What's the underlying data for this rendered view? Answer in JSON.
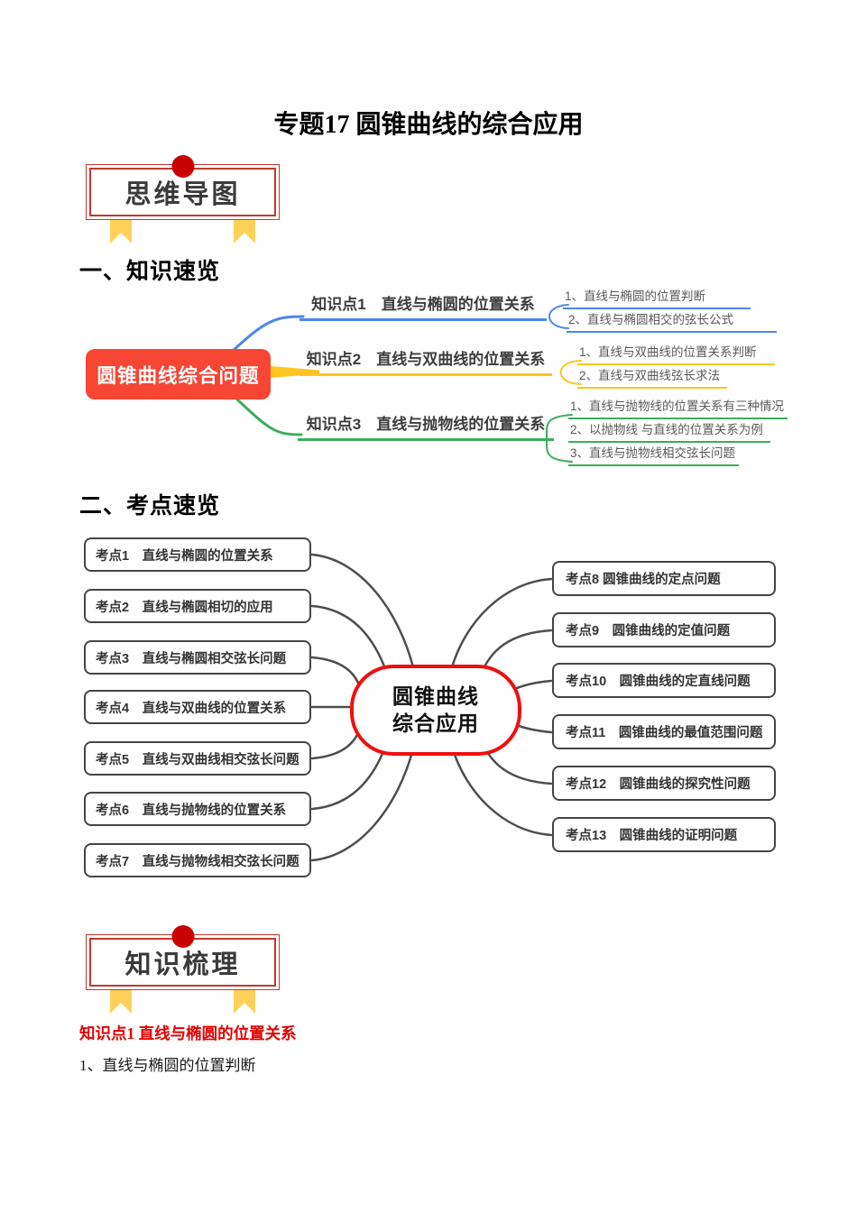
{
  "page": {
    "title": "专题17 圆锥曲线的综合应用"
  },
  "badges": {
    "mind_map": "思维导图",
    "knowledge": "知识梳理"
  },
  "sections": {
    "s1": "一、知识速览",
    "s2": "二、考点速览"
  },
  "mindmap1": {
    "root": "圆锥曲线综合问题",
    "branches": [
      {
        "label": "知识点1　直线与椭圆的位置关系",
        "color": "#4E86EC",
        "items": [
          "1、直线与椭圆的位置判断",
          "2、直线与椭圆相交的弦长公式"
        ]
      },
      {
        "label": "知识点2　直线与双曲线的位置关系",
        "color": "#FFC420",
        "items": [
          "1、直线与双曲线的位置关系判断",
          "2、直线与双曲线弦长求法"
        ]
      },
      {
        "label": "知识点3　直线与抛物线的位置关系",
        "color": "#3BAD5C",
        "items": [
          "1、直线与抛物线的位置关系有三种情况",
          "2、以抛物线 与直线的位置关系为例",
          "3、直线与抛物线相交弦长问题"
        ]
      }
    ]
  },
  "mindmap2": {
    "root_line1": "圆锥曲线",
    "root_line2": "综合应用",
    "left": [
      "考点1　直线与椭圆的位置关系",
      "考点2　直线与椭圆相切的应用",
      "考点3　直线与椭圆相交弦长问题",
      "考点4　直线与双曲线的位置关系",
      "考点5　直线与双曲线相交弦长问题",
      "考点6　直线与抛物线的位置关系",
      "考点7　直线与抛物线相交弦长问题"
    ],
    "right": [
      "考点8 圆锥曲线的定点问题",
      "考点9　圆锥曲线的定值问题",
      "考点10　圆锥曲线的定直线问题",
      "考点11　圆锥曲线的最值范围问题",
      "考点12　圆锥曲线的探究性问题",
      "考点13　圆锥曲线的证明问题"
    ]
  },
  "knowledge": {
    "heading": "知识点1 直线与椭圆的位置关系",
    "body": "1、直线与椭圆的位置判断"
  },
  "colors": {
    "root_node_red": "#F74634",
    "stadium_border_red": "#EE1010",
    "branch_blue": "#4E86EC",
    "branch_yellow": "#FFC420",
    "branch_green": "#3BAD5C",
    "badge_border_red": "#C0392B",
    "badge_dot_red": "#C90000",
    "ribbon_yellow": "#FFD159",
    "box_border_gray": "#454545",
    "connector_gray": "#4D4D4D",
    "heading_red": "#E30000"
  }
}
